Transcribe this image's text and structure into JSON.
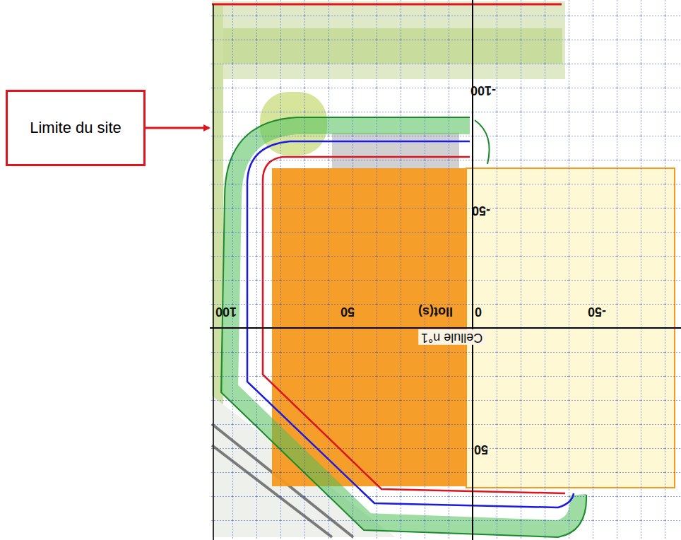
{
  "diagram": {
    "nodes": [
      {
        "text": [
          "Limite du site"
        ]
      }
    ],
    "labels": [
      "-100",
      "-50",
      "100",
      "50",
      "Ilot(s)",
      "0",
      "-50",
      "Cellule n°1",
      "50"
    ]
  }
}
